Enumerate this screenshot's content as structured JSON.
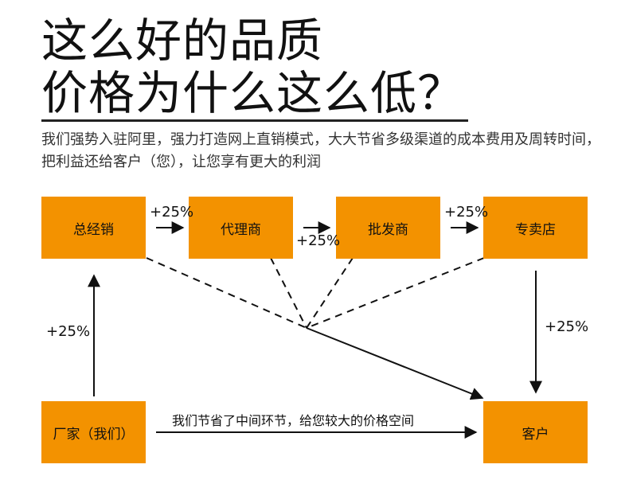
{
  "title": {
    "line1": "这么好的品质",
    "line2": "价格为什么这么低？"
  },
  "description": "我们强势入驻阿里，强力打造网上直销模式，大大节省多级渠道的成本费用及周转时间，把利益还给客户（您），让您享有更大的利润",
  "nodes": {
    "general_distributor": "总经销",
    "agent": "代理商",
    "wholesaler": "批发商",
    "store": "专卖店",
    "factory": "厂家（我们）",
    "customer": "客户"
  },
  "edges": {
    "general_to_agent": "+25%",
    "agent_to_wholesaler": "+25%",
    "wholesaler_to_store": "+25%",
    "store_to_customer": "+25%",
    "factory_to_general": "+25%",
    "factory_to_customer": "我们节省了中间环节，给您较大的价格空间"
  },
  "colors": {
    "box": "#f39200",
    "line": "#111111"
  }
}
